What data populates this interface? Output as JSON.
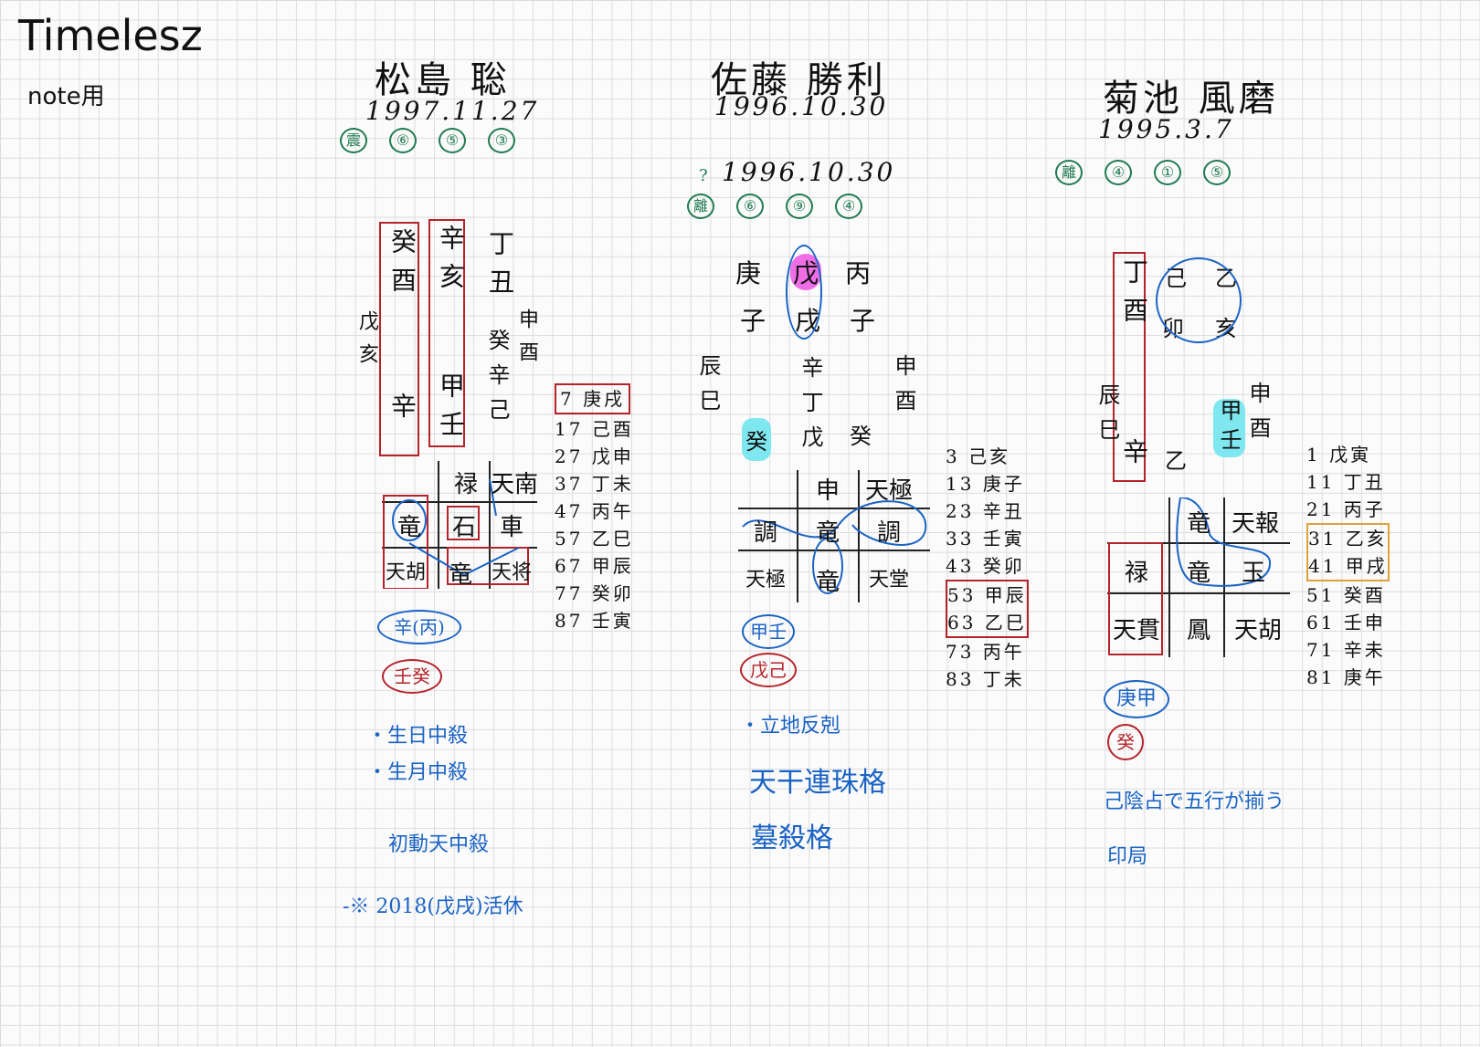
{
  "header": {
    "title": "Timelesz",
    "subtitle": "note用"
  },
  "people": [
    {
      "name": "松島 聡",
      "birth": "1997.11.27",
      "nums": [
        "震",
        "⑥",
        "⑤",
        "③"
      ],
      "col1": "癸酉",
      "col1_bottom": "辛",
      "col2": "辛亥",
      "col2_bottom": "甲壬",
      "col3": "丁丑",
      "col3_lower": "癸辛己",
      "side_left": "戊亥",
      "side_right": "申酉",
      "grid": {
        "top1": "禄",
        "top2": "天南",
        "mid0": "竜",
        "mid1": "石",
        "mid2": "車",
        "bot0": "天胡",
        "bot1": "竜",
        "bot2": "天将"
      },
      "circled_blue": "辛(丙)",
      "circled_red": "壬癸",
      "notes": [
        "・生日中殺",
        "・生月中殺",
        "初動天中殺",
        "-※ 2018(戊戌)活休"
      ],
      "luck_head": "7 庚戌",
      "luck": [
        "17 己酉",
        "27 戊申",
        "37 丁未",
        "47 丙午",
        "57 乙巳",
        "67 甲辰",
        "77 癸卯",
        "87 壬寅"
      ]
    },
    {
      "name": "佐藤 勝利",
      "birth": "1996.10.30",
      "birth2": "1996.10.30",
      "q": "?",
      "nums": [
        "離",
        "⑥",
        "⑨",
        "④"
      ],
      "top": [
        "庚",
        "戊",
        "丙"
      ],
      "second": [
        "子",
        "戌",
        "子"
      ],
      "side_left": "辰巳",
      "side_right": "申酉",
      "lower_mid": "辛丁戊",
      "lower_left": "癸",
      "lower_right": "癸",
      "grid": {
        "top1": "申",
        "top2": "天極",
        "mid0": "調",
        "mid1": "竜",
        "mid2": "調",
        "bot0": "天極",
        "bot1": "竜",
        "bot2": "天堂"
      },
      "circled_blue": "甲壬",
      "circled_red": "戊己",
      "notes": [
        "・立地反剋",
        "天干連珠格",
        "墓殺格"
      ],
      "luck": [
        "3 己亥",
        "13 庚子",
        "23 辛丑",
        "33 壬寅",
        "43 癸卯",
        "53 甲辰",
        "63 乙巳",
        "73 丙午",
        "83 丁未"
      ]
    },
    {
      "name": "菊池 風磨",
      "birth": "1995.3.7",
      "nums": [
        "離",
        "④",
        "①",
        "⑤"
      ],
      "col1": "丁酉",
      "col1_bottom": "辛",
      "top2": "己",
      "top3": "乙",
      "mid2": "卯",
      "mid3": "亥",
      "side_left": "辰巳",
      "side_right": "申酉",
      "lower2": "乙",
      "lower3": "甲壬",
      "grid": {
        "top1": "竜",
        "top2": "天報",
        "mid0": "禄",
        "mid1": "竜",
        "mid2": "玉",
        "bot0": "天貫",
        "bot1": "鳳",
        "bot2": "天胡"
      },
      "circled_blue": "庚甲",
      "circled_red": "癸",
      "notes": [
        "己陰占で五行が揃う",
        "印局"
      ],
      "luck": [
        "1 戊寅",
        "11 丁丑",
        "21 丙子",
        "31 乙亥",
        "41 甲戌",
        "51 癸酉",
        "61 壬申",
        "71 辛未",
        "81 庚午"
      ]
    }
  ]
}
